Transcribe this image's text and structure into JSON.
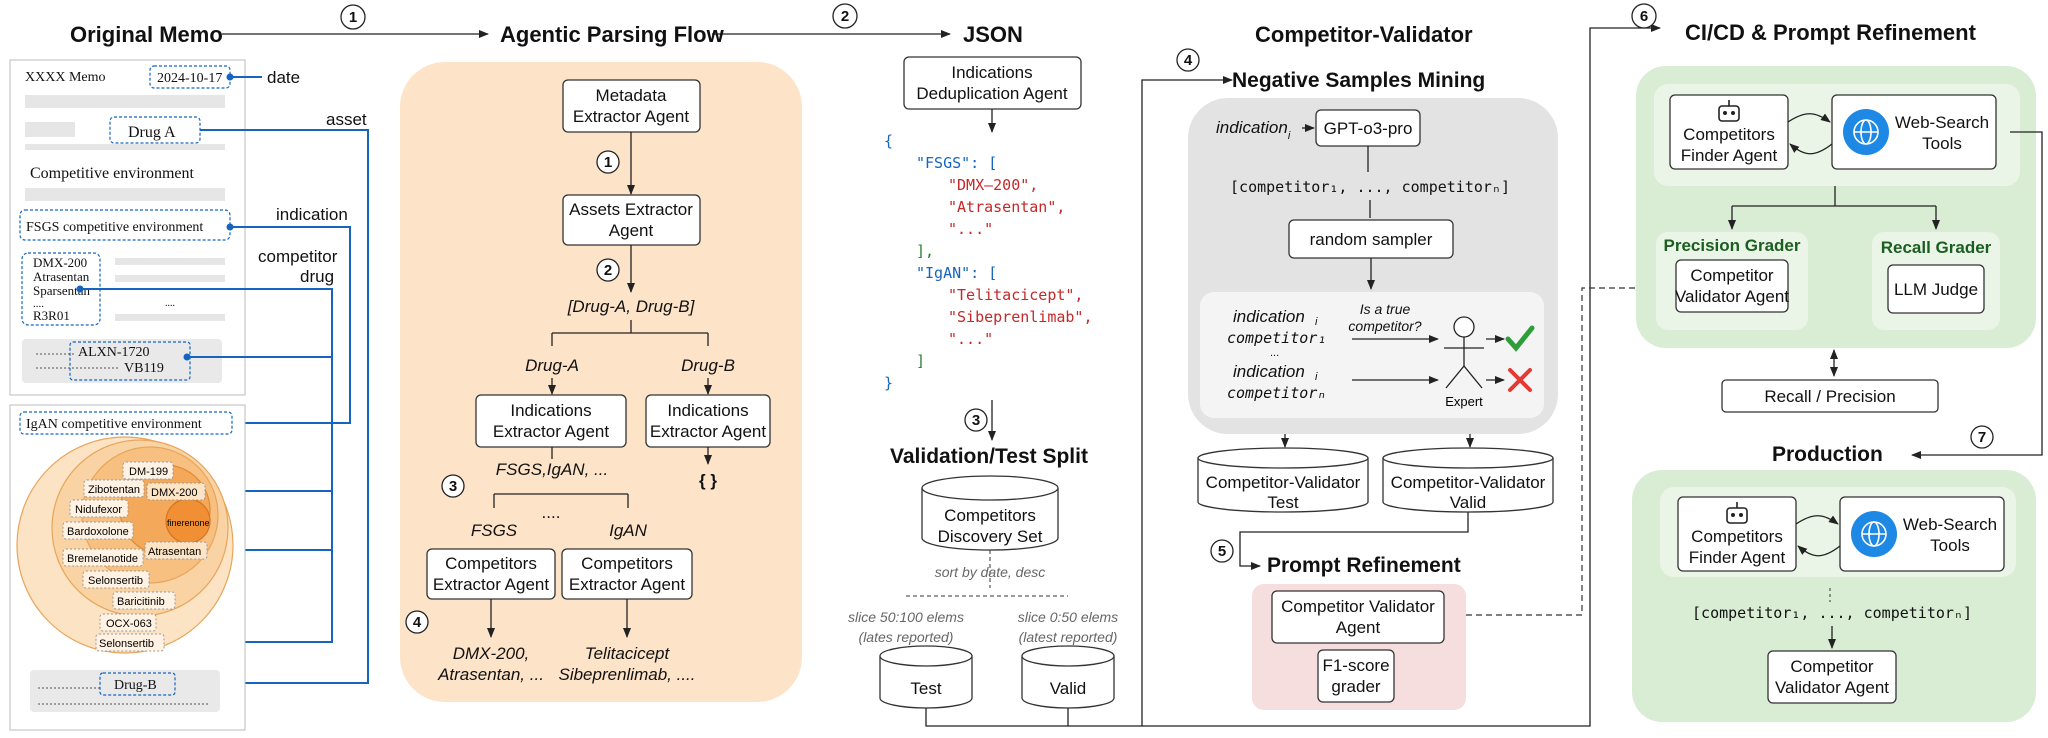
{
  "titles": {
    "original_memo": "Original Memo",
    "agentic_parsing": "Agentic Parsing Flow",
    "json": "JSON",
    "competitor_validator": "Competitor-Validator",
    "cicd": "CI/CD & Prompt Refinement",
    "negative_mining": "Negative Samples Mining",
    "validation_split": "Validation/Test Split",
    "prompt_refinement": "Prompt Refinement",
    "production": "Production"
  },
  "step_numbers": [
    "1",
    "2",
    "3",
    "4",
    "5",
    "6",
    "7"
  ],
  "memo": {
    "header": "XXXX Memo",
    "date_value": "2024-10-17",
    "date_label": "date",
    "drug_a": "Drug A",
    "asset_label": "asset",
    "competitive_env": "Competitive environment",
    "fsgs_env": "FSGS competitive environment",
    "indication_label": "indication",
    "competitor_drug_label": "competitor drug",
    "drugs_list": [
      "DMX-200",
      "Atrasentan",
      "Sparsentan",
      "....",
      "R3R01"
    ],
    "ellipsis": "....",
    "alxn": "ALXN-1720",
    "vb": "VB119",
    "igan_env": "IgAN competitive environment",
    "circle_labels": [
      "DM-199",
      "Zibotentan",
      "DMX-200",
      "finerenone",
      "Nidufexor",
      "Bardoxolone",
      "Atrasentan",
      "Bremelanotide",
      "Selonsertib",
      "Baricitinib",
      "OCX-063",
      "Selonsertib"
    ],
    "drug_b": "Drug-B"
  },
  "parsing": {
    "metadata_agent": [
      "Metadata",
      "Extractor Agent"
    ],
    "assets_agent": [
      "Assets Extractor",
      "Agent"
    ],
    "drug_list": "[Drug-A, Drug-B]",
    "drug_a": "Drug-A",
    "drug_b": "Drug-B",
    "indications_agent": [
      "Indications",
      "Extractor Agent"
    ],
    "indications_list": "FSGS,IgAN, ...",
    "empty_braces": "{ }",
    "ellipsis": "....",
    "fsgs": "FSGS",
    "igan": "IgAN",
    "competitors_agent": [
      "Competitors",
      "Extractor Agent"
    ],
    "result_fsgs": [
      "DMX-200,",
      "Atrasentan, ..."
    ],
    "result_igan": [
      "Telitacicept",
      "Sibeprenlimab, ...."
    ]
  },
  "json_panel": {
    "dedup_agent": [
      "Indications",
      "Deduplication Agent"
    ],
    "lines": [
      {
        "text": "{",
        "color": "#1565c0"
      },
      {
        "text": "\"FSGS\": [",
        "color": "#1565c0"
      },
      {
        "text": "\"DMX–200\",",
        "color": "#c62828"
      },
      {
        "text": "\"Atrasentan\",",
        "color": "#c62828"
      },
      {
        "text": "\"...\"",
        "color": "#c62828"
      },
      {
        "text": "],",
        "color": "#2e7d32"
      },
      {
        "text": "\"IgAN\": [",
        "color": "#1565c0"
      },
      {
        "text": "\"Telitacicept\",",
        "color": "#c62828"
      },
      {
        "text": "\"Sibeprenlimab\",",
        "color": "#c62828"
      },
      {
        "text": "\"...\"",
        "color": "#c62828"
      },
      {
        "text": "]",
        "color": "#2e7d32"
      },
      {
        "text": "}",
        "color": "#1565c0"
      }
    ],
    "discovery_set": [
      "Competitors",
      "Discovery Set"
    ],
    "sort_label": "sort by date, desc",
    "slice_test": [
      "slice 50:100 elems",
      "(lates reported)"
    ],
    "slice_valid": [
      "slice 0:50 elems",
      "(latest reported)"
    ],
    "test": "Test",
    "valid": "Valid"
  },
  "validator": {
    "indication": "indication",
    "indication_sub": "i",
    "gpt": "GPT-o3-pro",
    "competitor_list": "[competitor₁, ..., competitorₙ]",
    "random_sampler": "random sampler",
    "pair1": [
      "indication",
      "competitor₁"
    ],
    "pair_sep": "...",
    "pair2": [
      "indication",
      "competitorₙ"
    ],
    "question": [
      "Is a true",
      "competitor?"
    ],
    "expert": "Expert",
    "test_db": [
      "Competitor-Validator",
      "Test"
    ],
    "valid_db": [
      "Competitor-Validator",
      "Valid"
    ],
    "refine_agent": [
      "Competitor Validator",
      "Agent"
    ],
    "f1_grader": [
      "F1-score",
      "grader"
    ]
  },
  "cicd": {
    "finder_agent": [
      "Competitors",
      "Finder Agent"
    ],
    "web_search": [
      "Web-Search",
      "Tools"
    ],
    "precision_grader": "Precision Grader",
    "recall_grader": "Recall Grader",
    "validator_agent": [
      "Competitor",
      "Validator Agent"
    ],
    "llm_judge": "LLM Judge",
    "recall_precision": "Recall / Precision",
    "prod_list": "[competitor₁, ..., competitorₙ]",
    "prod_validator": [
      "Competitor",
      "Validator Agent"
    ]
  },
  "colors": {
    "orange_panel": "#fde3c8",
    "green_panel": "#d8edd3",
    "pink_panel": "#f6dede",
    "grey_panel": "#e3e3e3",
    "link_blue": "#1565c0"
  }
}
